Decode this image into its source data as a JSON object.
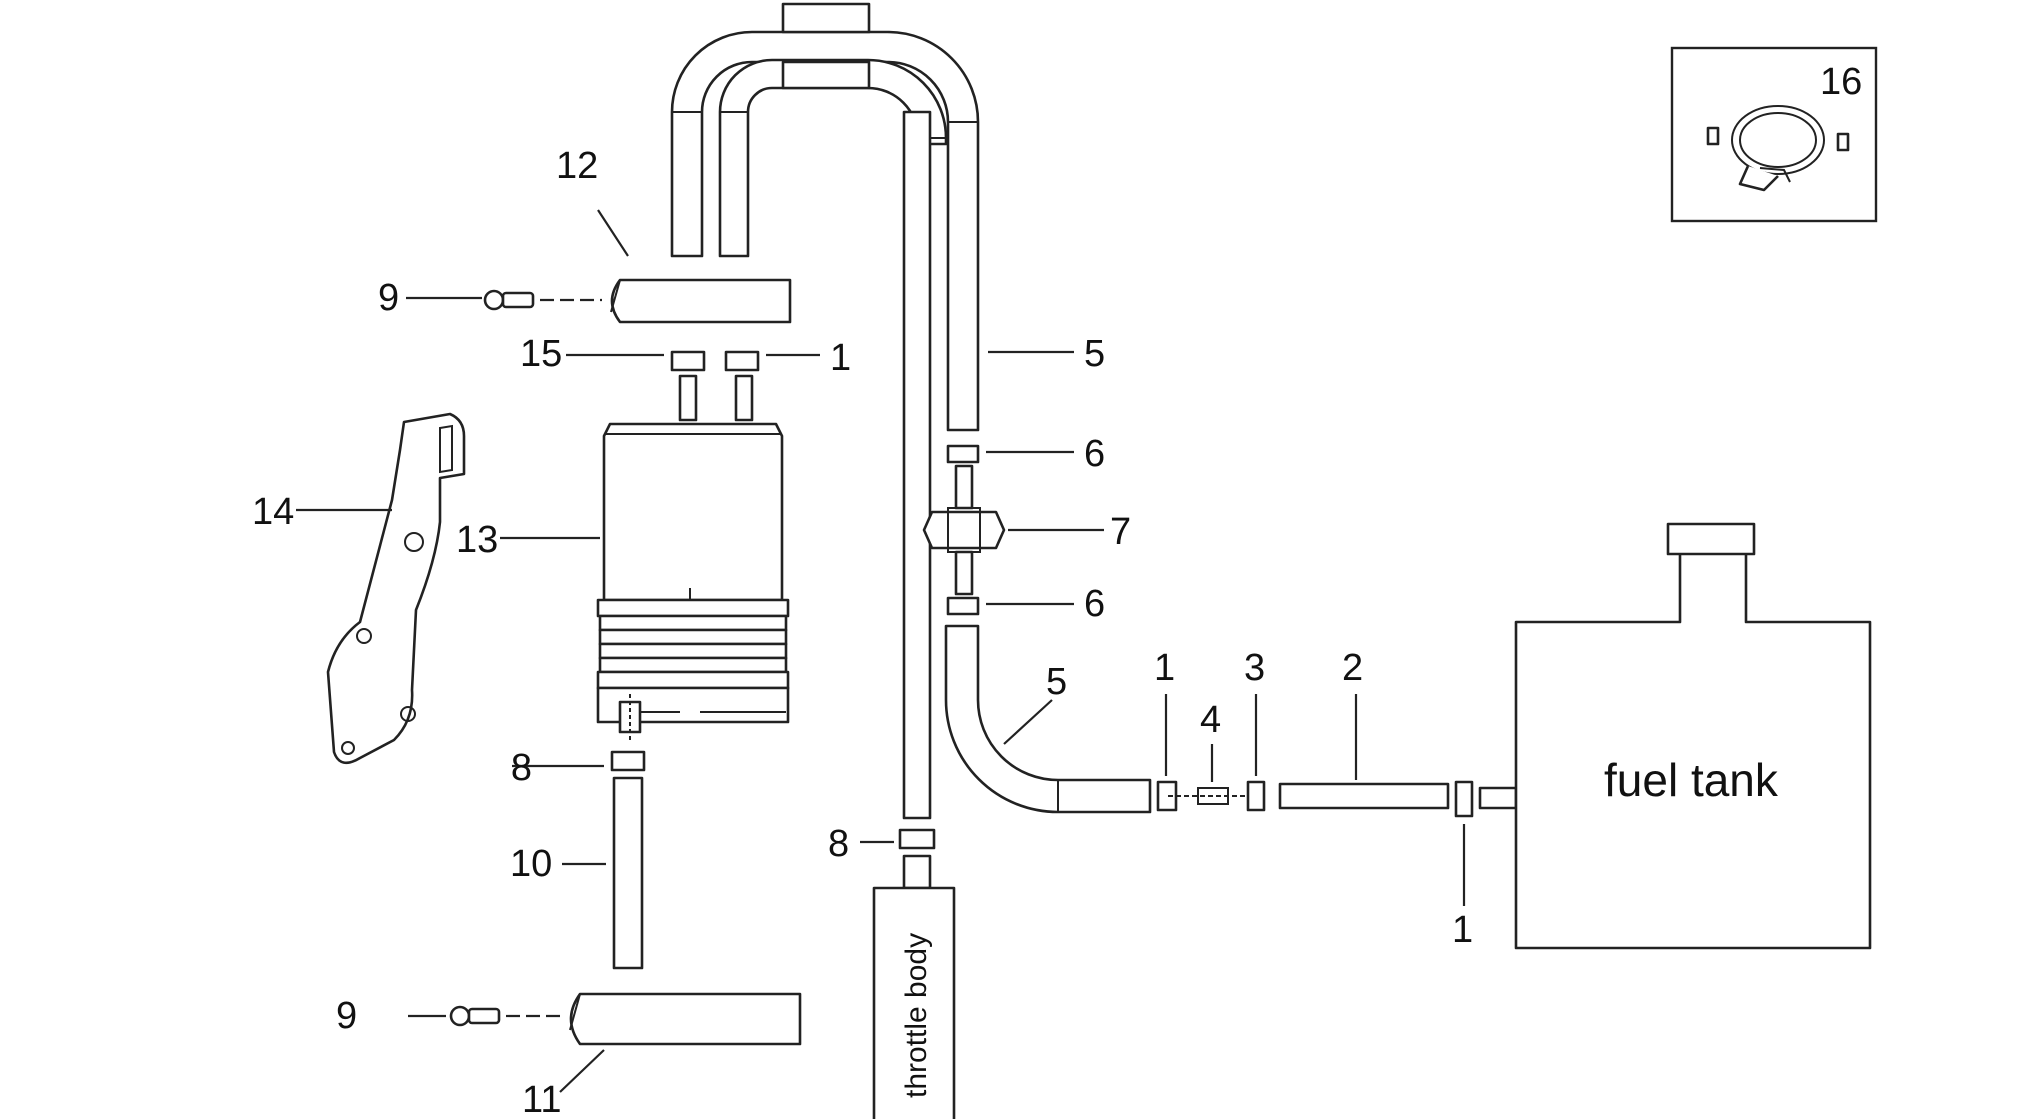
{
  "labels": {
    "fuel_tank": "fuel tank",
    "throttle_body": "throttle body"
  },
  "callouts": {
    "c1a": "1",
    "c1b": "1",
    "c1c": "1",
    "c2": "2",
    "c3": "3",
    "c4": "4",
    "c5a": "5",
    "c5b": "5",
    "c6a": "6",
    "c6b": "6",
    "c7": "7",
    "c8a": "8",
    "c8b": "8",
    "c9a": "9",
    "c9b": "9",
    "c10": "10",
    "c11": "11",
    "c12": "12",
    "c13": "13",
    "c14": "14",
    "c15": "15",
    "c16": "16"
  },
  "colors": {
    "line": "#222222",
    "background": "#ffffff"
  }
}
